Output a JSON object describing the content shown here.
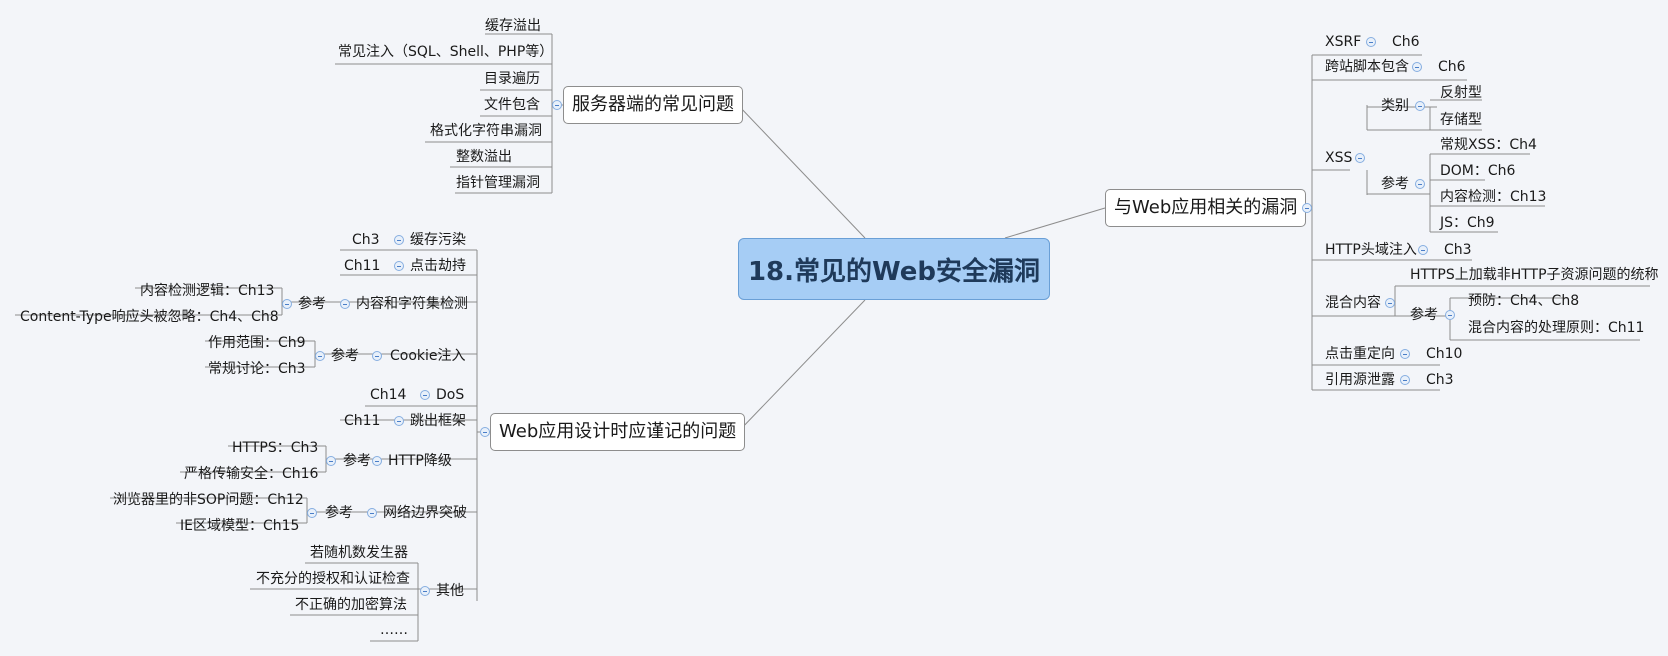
{
  "central": "18.常见的Web安全漏洞",
  "branches": {
    "server": {
      "title": "服务器端的常见问题",
      "items": [
        "缓存溢出",
        "常见注入（SQL、Shell、PHP等）",
        "目录遍历",
        "文件包含",
        "格式化字符串漏洞",
        "整数溢出",
        "指针管理漏洞"
      ]
    },
    "design": {
      "title": "Web应用设计时应谨记的问题",
      "items": [
        {
          "label": "缓存污染",
          "ref": "Ch3"
        },
        {
          "label": "点击劫持",
          "ref": "Ch11"
        },
        {
          "label": "内容和字符集检测",
          "ref": "参考",
          "children": [
            "内容检测逻辑：Ch13",
            "Content-Type响应头被忽略：Ch4、Ch8"
          ]
        },
        {
          "label": "Cookie注入",
          "ref": "参考",
          "children": [
            "作用范围：Ch9",
            "常规讨论：Ch3"
          ]
        },
        {
          "label": "DoS",
          "ref": "Ch14"
        },
        {
          "label": "跳出框架",
          "ref": "Ch11"
        },
        {
          "label": "HTTP降级",
          "ref": "参考",
          "children": [
            "HTTPS：Ch3",
            "严格传输安全：Ch16"
          ]
        },
        {
          "label": "网络边界突破",
          "ref": "参考",
          "children": [
            "浏览器里的非SOP问题：Ch12",
            "IE区域模型：Ch15"
          ]
        },
        {
          "label": "其他",
          "children": [
            "若随机数发生器",
            "不充分的授权和认证检查",
            "不正确的加密算法",
            "……"
          ]
        }
      ]
    },
    "web": {
      "title": "与Web应用相关的漏洞",
      "items": [
        {
          "label": "XSRF",
          "ref": "Ch6"
        },
        {
          "label": "跨站脚本包含",
          "ref": "Ch6"
        },
        {
          "label": "XSS",
          "groups": [
            {
              "label": "类别",
              "children": [
                "反射型",
                "存储型"
              ]
            },
            {
              "label": "参考",
              "children": [
                "常规XSS：Ch4",
                "DOM：Ch6",
                "内容检测：Ch13",
                "JS：Ch9"
              ]
            }
          ]
        },
        {
          "label": "HTTP头域注入",
          "ref": "Ch3"
        },
        {
          "label": "混合内容",
          "groups": [
            {
              "label": "HTTPS上加载非HTTP子资源问题的统称"
            },
            {
              "label": "参考",
              "children": [
                "预防：Ch4、Ch8",
                "混合内容的处理原则：Ch11"
              ]
            }
          ]
        },
        {
          "label": "点击重定向",
          "ref": "Ch10"
        },
        {
          "label": "引用源泄露",
          "ref": "Ch3"
        }
      ]
    }
  },
  "colors": {
    "central": "#a6cdf5",
    "line": "#8d8d8d",
    "collapse": "#4a7ec8"
  }
}
